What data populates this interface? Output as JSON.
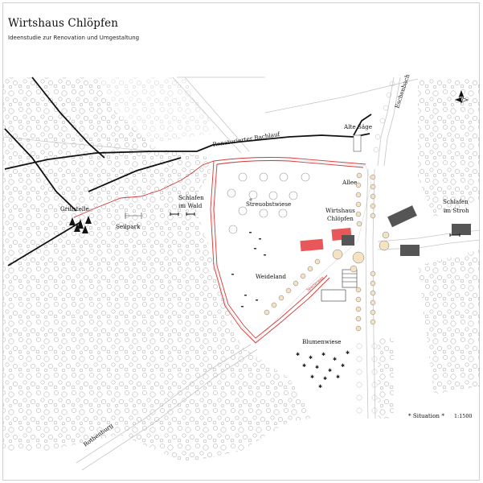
{
  "map": {
    "title": "Wirtshaus Chlöpfen",
    "subtitle": "Ideenstudie zur Renovation und Umgestaltung",
    "legend": {
      "situation": "* Situation *",
      "scale": "1:1500"
    },
    "labels": {
      "grillstelle": "Grillstelle",
      "seilpark": "Seilpark",
      "schlafen_wald_1": "Schlafen",
      "schlafen_wald_2": "im Wald",
      "streuobstwiese": "Streuobstwiese",
      "allee": "Allee",
      "wirtshaus_1": "Wirtshaus",
      "wirtshaus_2": "Chlöpfen",
      "schlafen_stroh_1": "Schlafen",
      "schlafen_stroh_2": "im Stroh",
      "weideland": "Weideland",
      "blumenwiese": "Blumenwiese",
      "alte_saege": "Alte Säge",
      "bachlauf": "Renaturierter Bachlauf",
      "eschenbach": "Eschenbach",
      "rothenburg": "Rothenburg",
      "path_red": "Spazierweg"
    },
    "colors": {
      "water": "#111111",
      "path": "#d23a3a",
      "roof_red": "#e8575a",
      "roof_dark": "#444444",
      "tree": "#8a8a8a",
      "road": "#c9c9c9"
    },
    "icons": {
      "north": "north-arrow-icon",
      "pine": "pine-tree-icon",
      "bed": "bed-icon"
    }
  }
}
